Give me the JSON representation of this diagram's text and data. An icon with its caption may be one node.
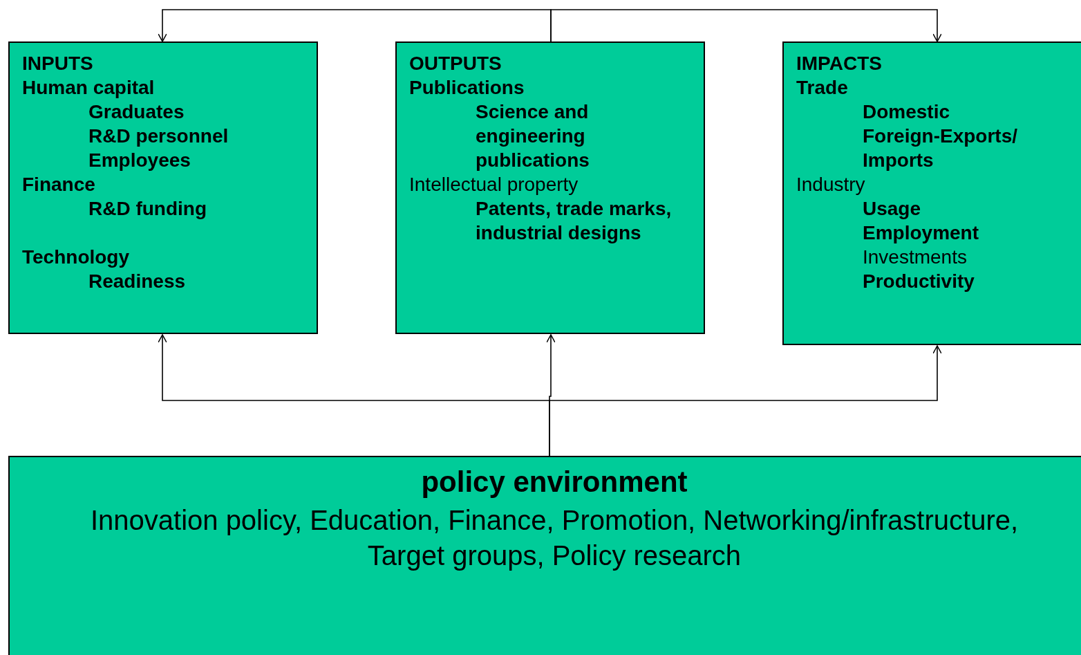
{
  "diagram": {
    "nodes": [
      {
        "text": [
          "INPUTS",
          "Human capital",
          "Graduates",
          "R&D personnel",
          "Employees",
          "Finance",
          "R&D funding",
          "Technology",
          "Readiness"
        ]
      },
      {
        "text": [
          "OUTPUTS",
          "Publications",
          "Science and engineering publications",
          "Intellectual property",
          "Patents, trade marks, industrial designs"
        ]
      },
      {
        "text": [
          "IMPACTS",
          "Trade",
          "Domestic",
          "Foreign-Exports/ Imports",
          "Industry",
          "Usage",
          "Employment",
          "Investments",
          "Productivity"
        ]
      },
      {
        "text": [
          "policy environment",
          "Innovation policy, Education, Finance, Promotion, Networking/infrastructure, Target groups, Policy research"
        ]
      }
    ],
    "edges": [
      {
        "from": 1,
        "to": 0,
        "arrow": "to"
      },
      {
        "from": 1,
        "to": 2,
        "arrow": "to"
      },
      {
        "from": 3,
        "to": 0,
        "arrow": "to"
      },
      {
        "from": 3,
        "to": 1,
        "arrow": "to"
      },
      {
        "from": 3,
        "to": 2,
        "arrow": "to"
      }
    ]
  }
}
